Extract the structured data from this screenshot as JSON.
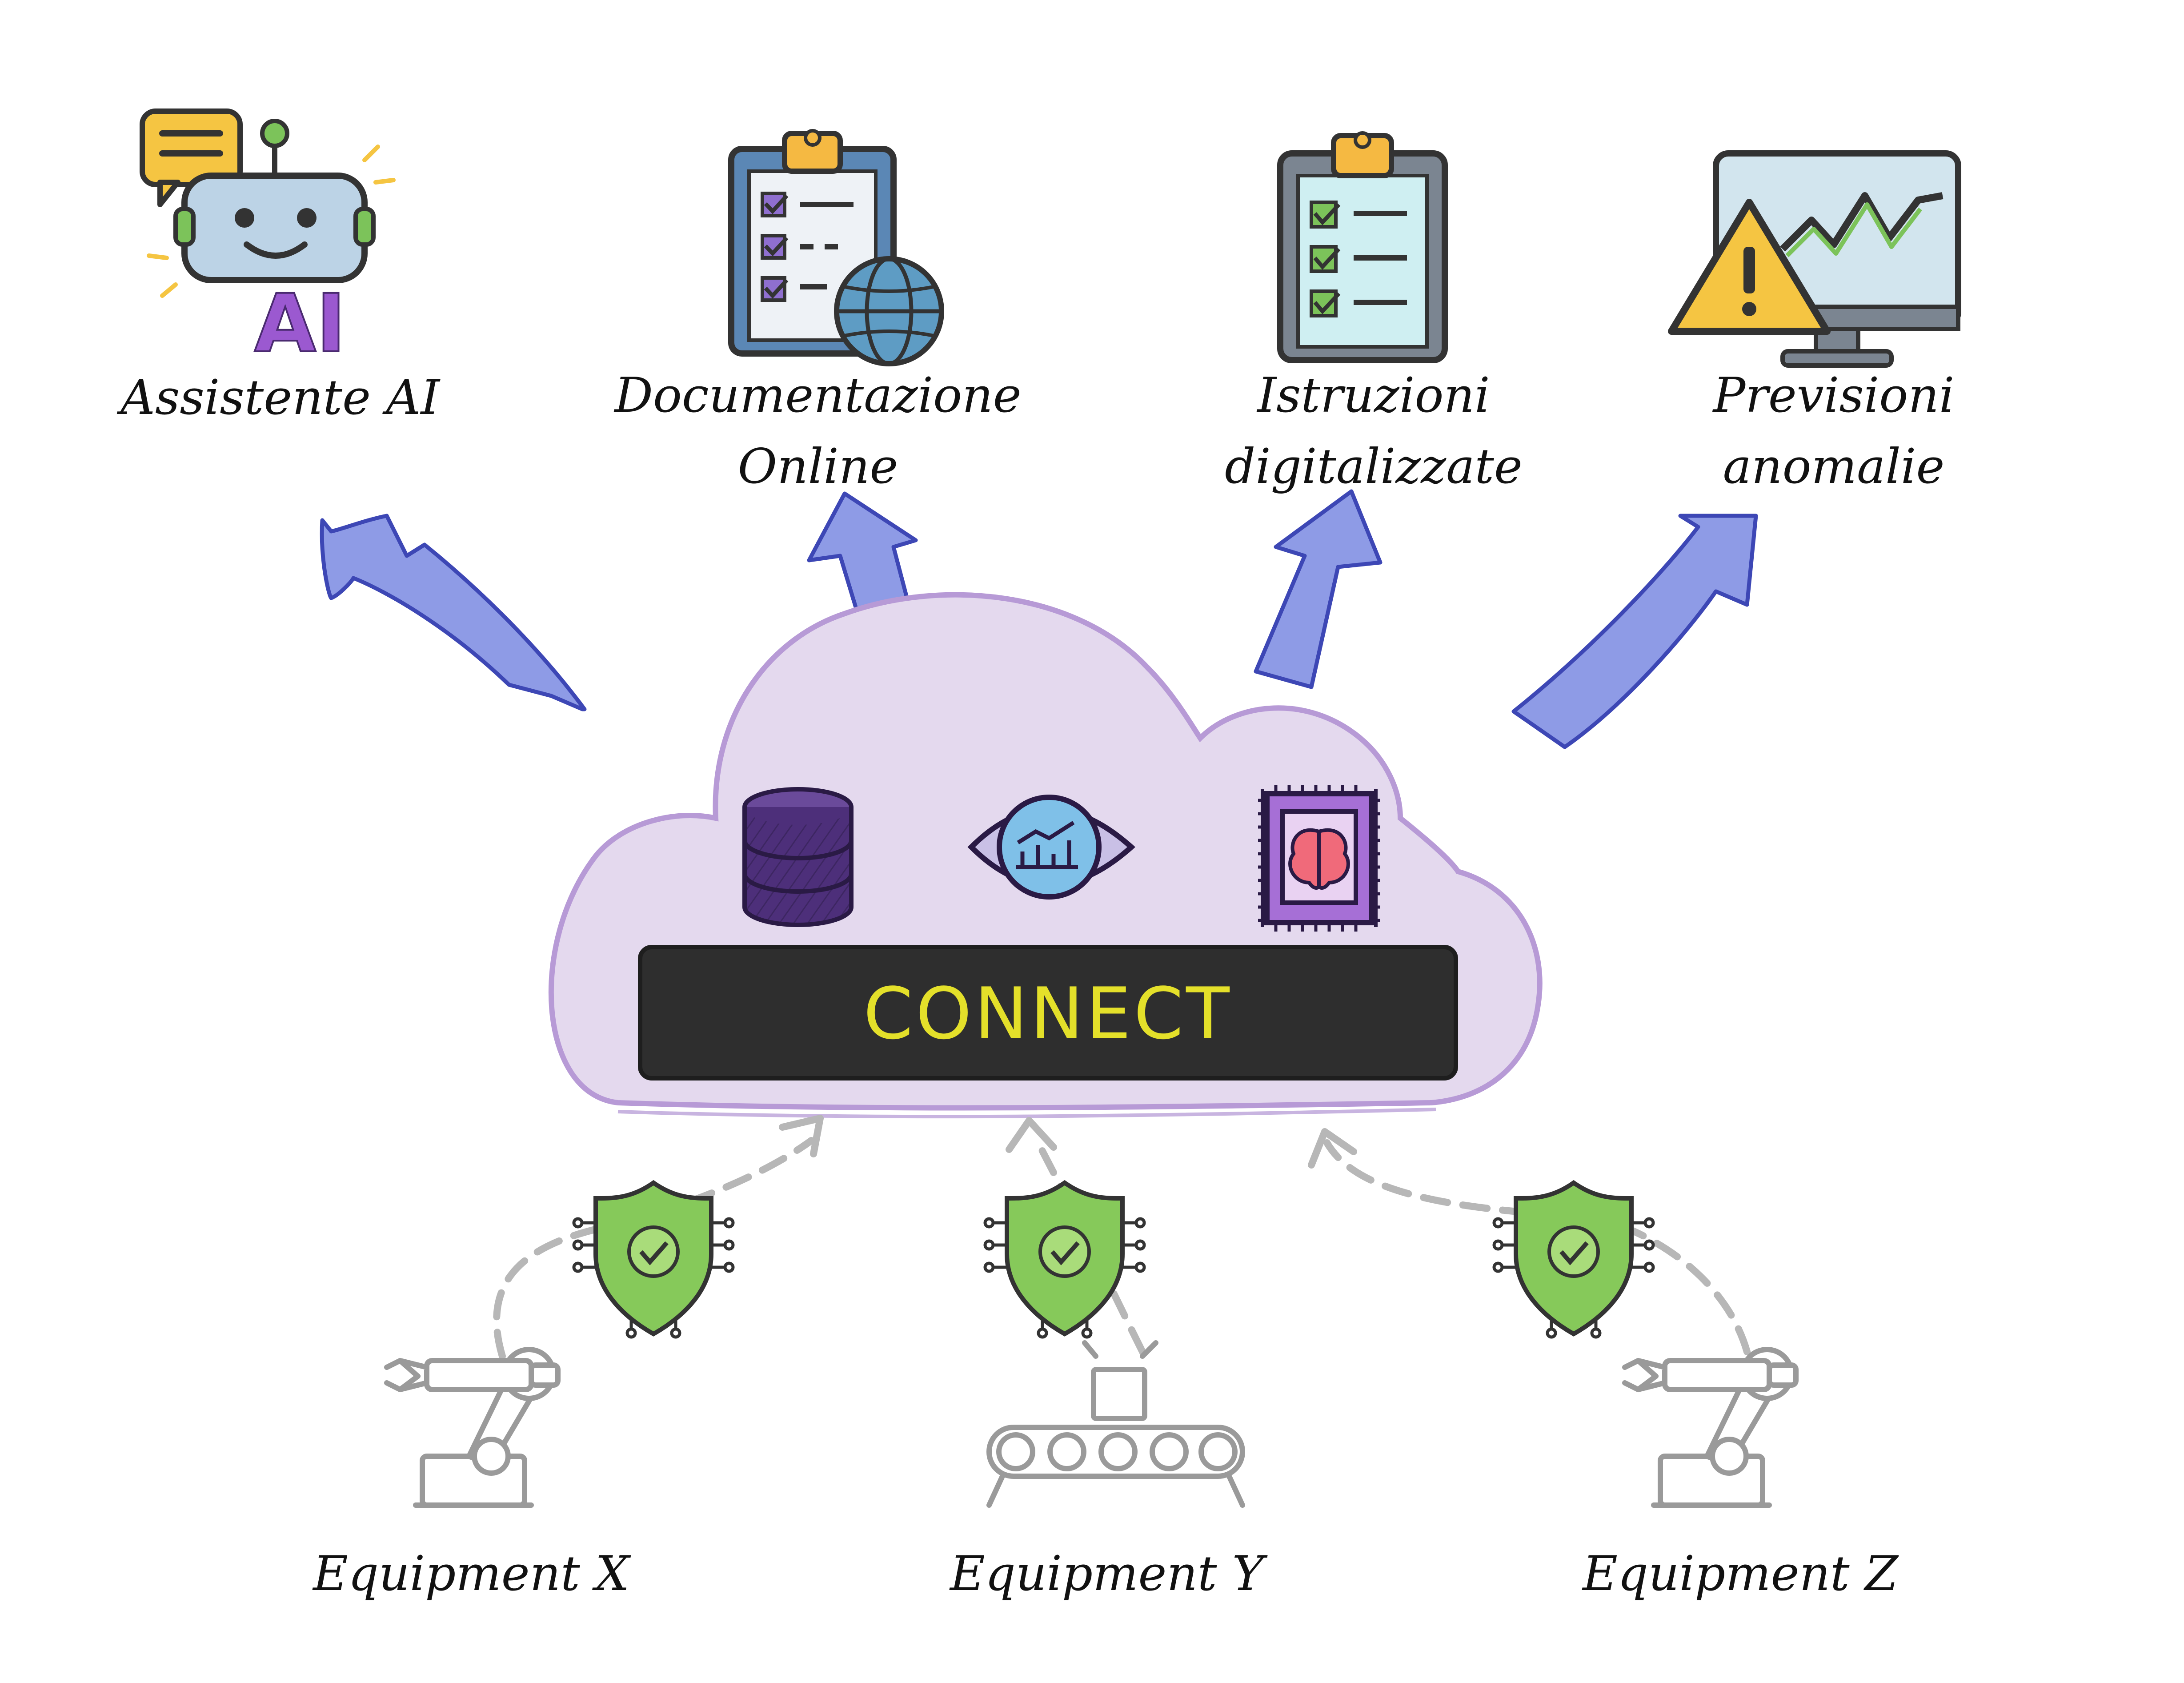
{
  "outputs": [
    {
      "id": "assistente",
      "line1": "Assistente AI",
      "line2": "",
      "icon": "robot-ai-icon"
    },
    {
      "id": "documentazione",
      "line1": "Documentazione",
      "line2": "Online",
      "icon": "clipboard-globe-icon"
    },
    {
      "id": "istruzioni",
      "line1": "Istruzioni",
      "line2": "digitalizzate",
      "icon": "clipboard-checklist-icon"
    },
    {
      "id": "previsioni",
      "line1": "Previsioni",
      "line2": "anomalie",
      "icon": "monitor-warning-icon"
    }
  ],
  "platform": {
    "name": "CONNECT",
    "icons": [
      "database-icon",
      "eye-chart-icon",
      "ai-chip-icon"
    ]
  },
  "robot_badge": "AI",
  "equipment": [
    {
      "label": "Equipment X",
      "icon": "robot-arm-icon"
    },
    {
      "label": "Equipment Y",
      "icon": "conveyor-icon"
    },
    {
      "label": "Equipment Z",
      "icon": "robot-arm-icon"
    }
  ],
  "security_icon": "security-shield-icon",
  "colors": {
    "arrow_fill": "#8e9be6",
    "arrow_stroke": "#3d47b5",
    "cloud_fill": "#e4d9ee",
    "cloud_stroke": "#b79ad6",
    "connect_bar": "#2e2e2e",
    "connect_text": "#e4e02a",
    "shield": "#86c95a",
    "dashed_line": "#b7b7b7",
    "equipment_line": "#9a9a9a"
  }
}
